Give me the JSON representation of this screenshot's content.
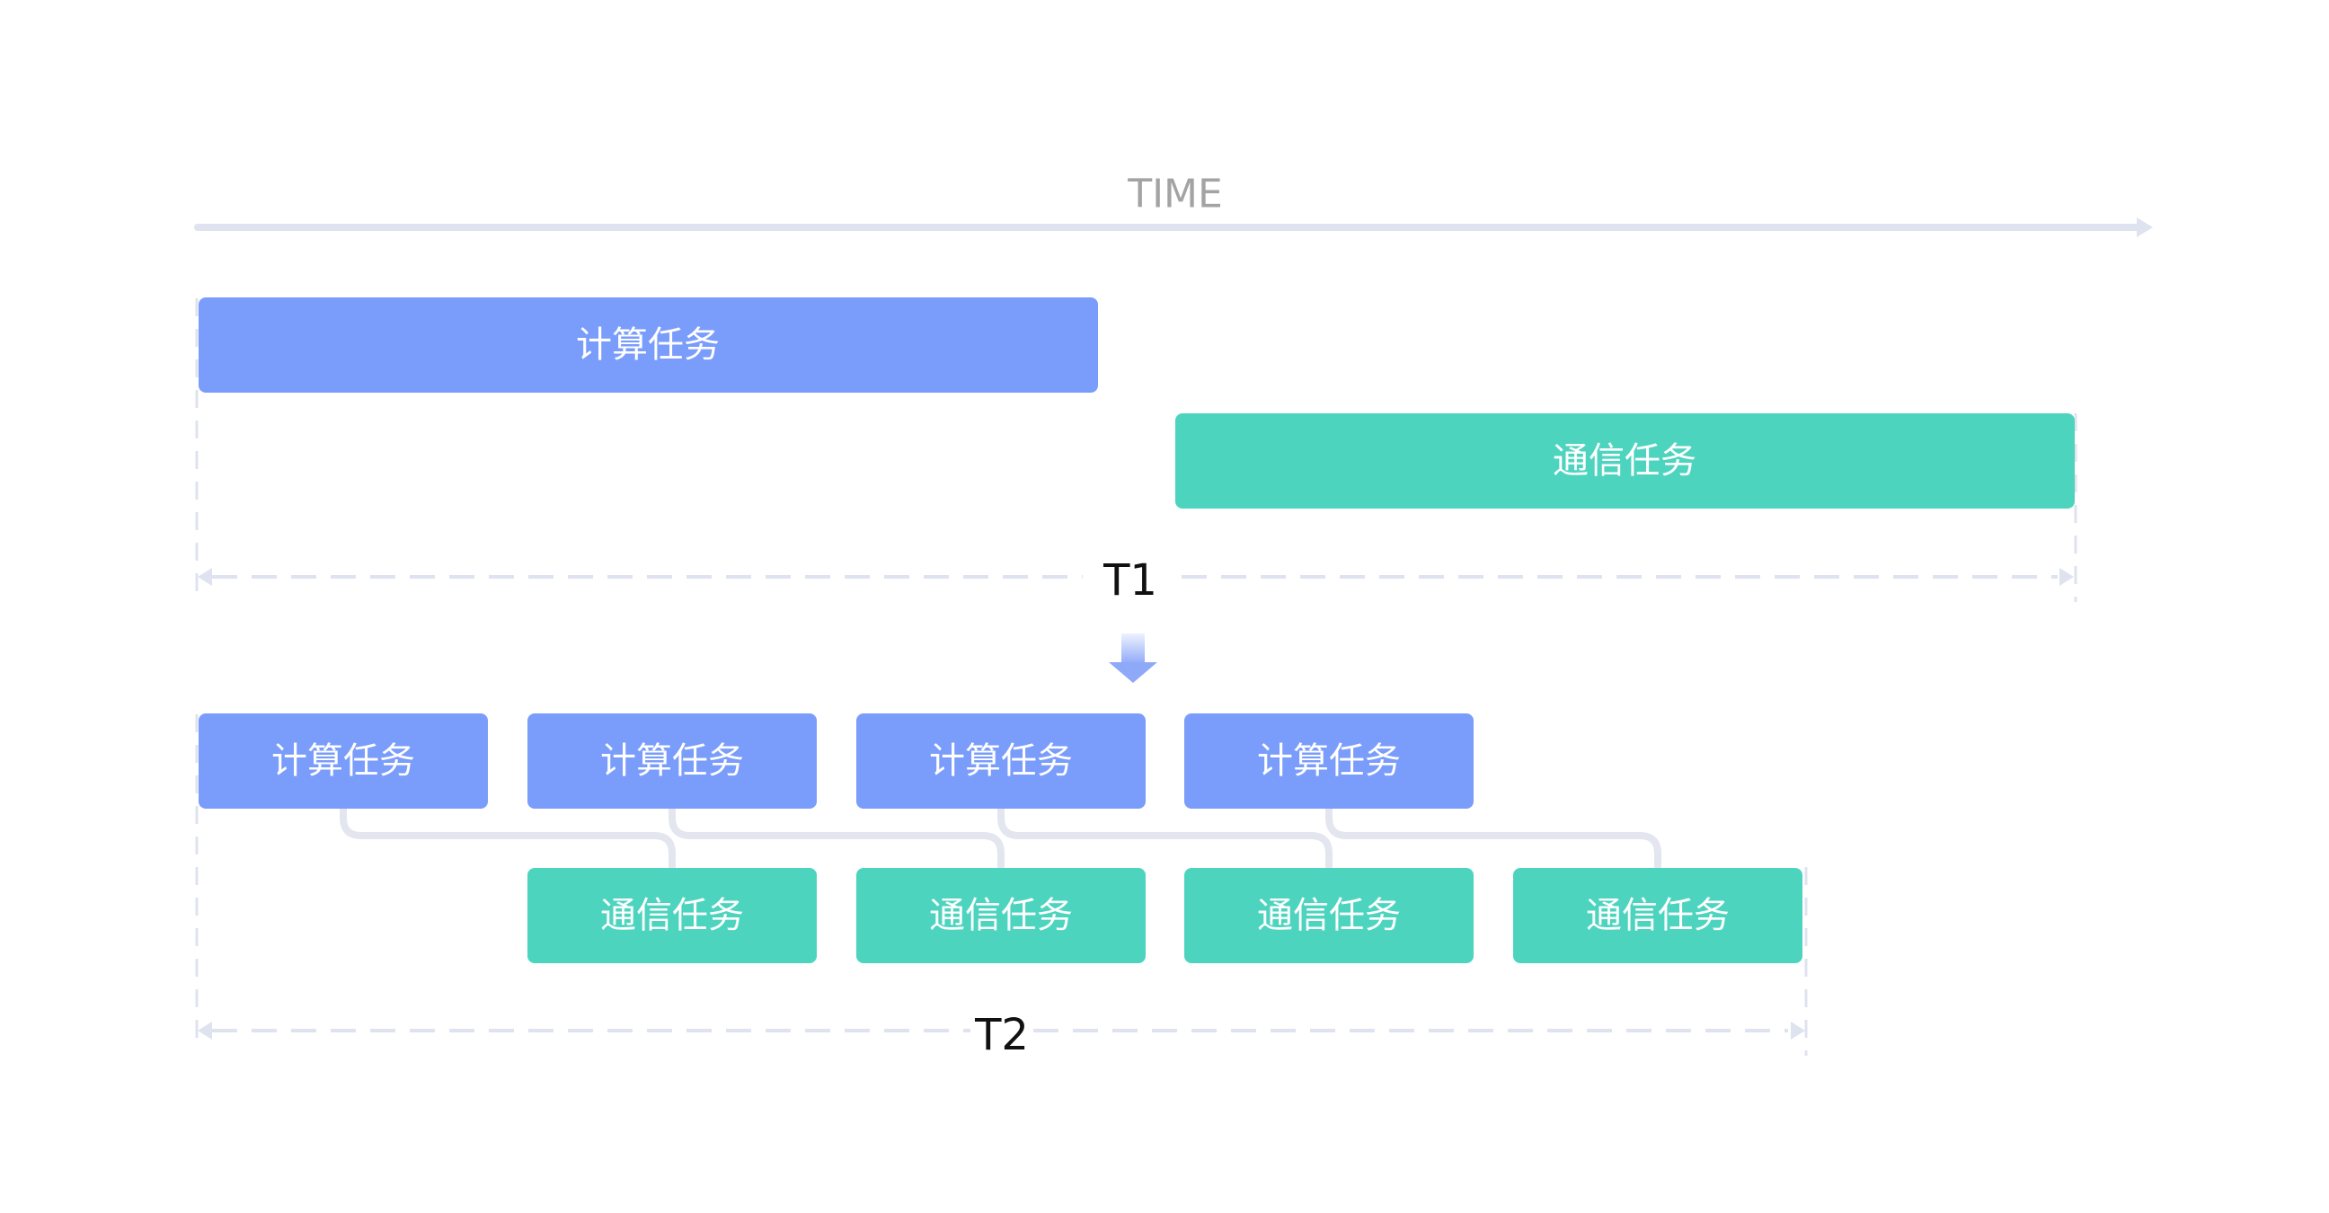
{
  "axis": {
    "label": "TIME"
  },
  "colors": {
    "compute": "#7a9cfb",
    "comm": "#4dd4bf",
    "axis": "#dfe3f0",
    "guide": "#dfe3f0",
    "connector": "#e3e6ef",
    "arrow_top": "#eef2ff",
    "arrow_bottom": "#8ea9f7"
  },
  "sequential": {
    "compute_label": "计算任务",
    "comm_label": "通信任务",
    "span_label": "T1"
  },
  "pipelined": {
    "compute_labels": [
      "计算任务",
      "计算任务",
      "计算任务",
      "计算任务"
    ],
    "comm_labels": [
      "通信任务",
      "通信任务",
      "通信任务",
      "通信任务"
    ],
    "span_label": "T2"
  },
  "transition_icon": "down-arrow-icon"
}
